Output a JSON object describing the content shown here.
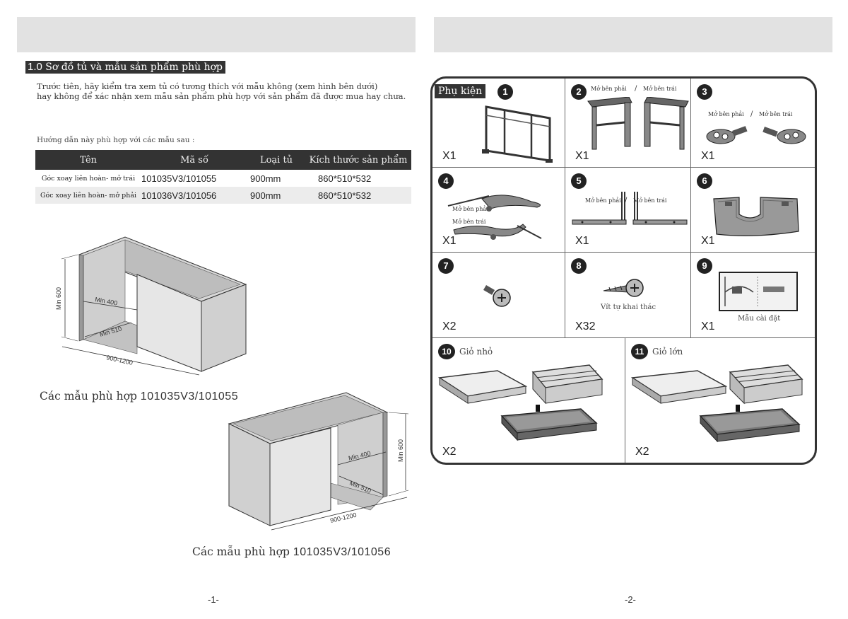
{
  "left_page": {
    "section_number": "1.0",
    "section_title": " Sơ đồ tủ và mẫu sản phẩm phù hợp",
    "intro_line1": "Trước tiên, hãy kiểm tra xem tủ có tương thích với mẫu không (xem hình bên dưới)",
    "intro_line2": "hay không để xác nhận xem mẫu sản phẩm phù hợp với sản phẩm đã được mua hay chưa.",
    "guide": "Hướng dẫn này phù hợp với các mẫu sau :",
    "table": {
      "headers": [
        "Tên",
        "Mã số",
        "Loại tủ",
        "Kích thước sản phẩm"
      ],
      "rows": [
        [
          "Góc xoay liên hoàn- mở trái",
          "101035V3/101055",
          "900mm",
          "860*510*532"
        ],
        [
          "Góc xoay liên hoàn- mở phải",
          "101036V3/101056",
          "900mm",
          "860*510*532"
        ]
      ]
    },
    "diagram_labels": {
      "min600": "Min 600",
      "min400": "Min 400",
      "min510": "Min 510",
      "width": "900-1200"
    },
    "caption1_prefix": "Các mẫu phù hợp ",
    "caption1_code": "101035V3/101055",
    "caption2_prefix": "Các mẫu phù hợp ",
    "caption2_code": "101035V3/101056",
    "page_number": "-1-"
  },
  "right_page": {
    "title": "Phụ kiện",
    "labels": {
      "right": "Mở bên phải",
      "left": "Mở bên trái",
      "slash": "/",
      "screw": "Vít tự khai thác",
      "template": "Mẫu cài đặt",
      "small_basket": "Giỏ nhỏ",
      "large_basket": "Giỏ lớn"
    },
    "parts": [
      {
        "num": "1",
        "qty": "X1"
      },
      {
        "num": "2",
        "qty": "X1"
      },
      {
        "num": "3",
        "qty": "X1"
      },
      {
        "num": "4",
        "qty": "X1"
      },
      {
        "num": "5",
        "qty": "X1"
      },
      {
        "num": "6",
        "qty": "X1"
      },
      {
        "num": "7",
        "qty": "X2"
      },
      {
        "num": "8",
        "qty": "X32"
      },
      {
        "num": "9",
        "qty": "X1"
      },
      {
        "num": "10",
        "qty": "X2"
      },
      {
        "num": "11",
        "qty": "X2"
      }
    ],
    "page_number": "-2-"
  }
}
